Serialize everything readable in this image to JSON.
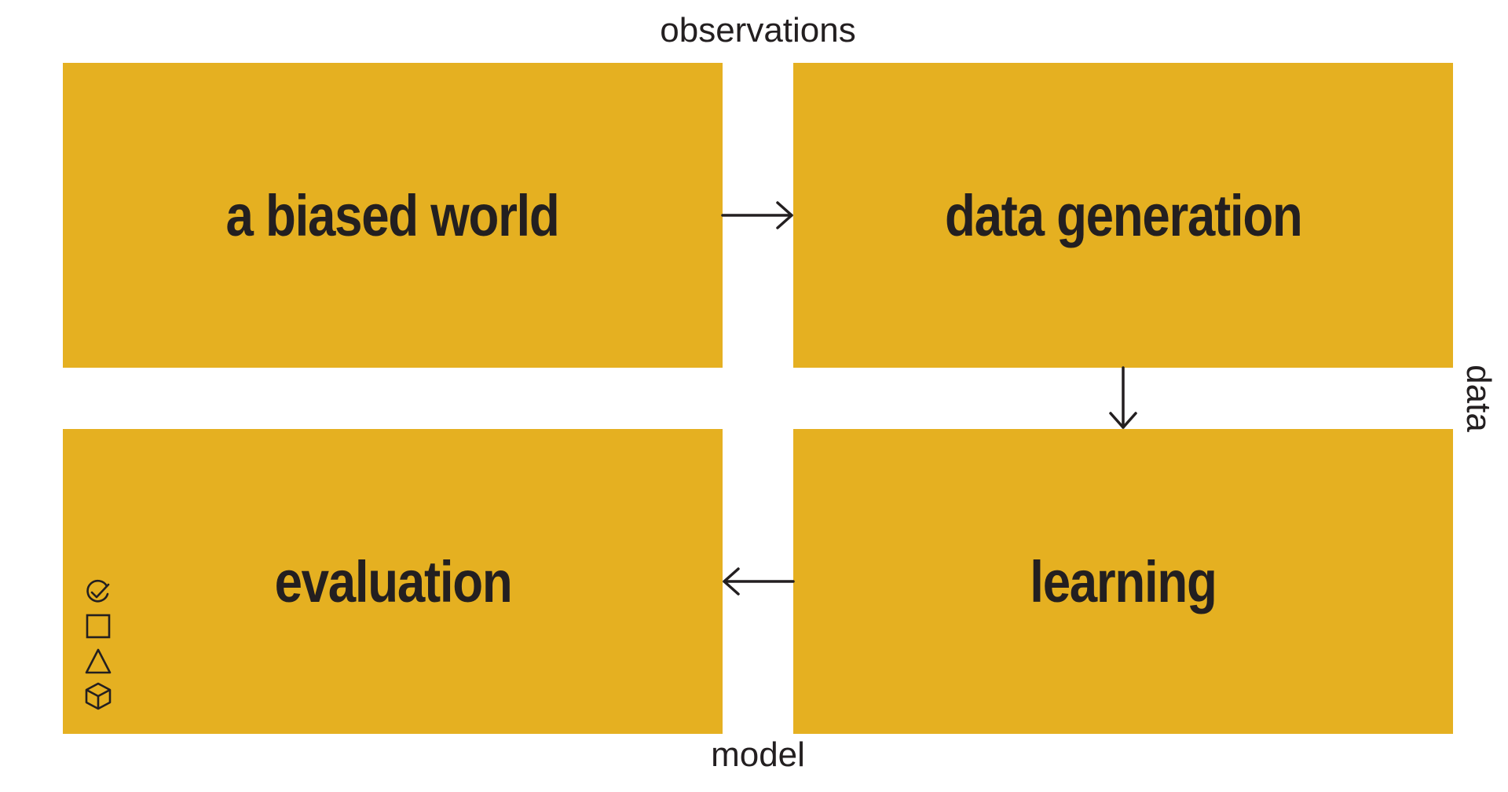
{
  "diagram": {
    "nodes": [
      {
        "id": "world",
        "label": "a biased world"
      },
      {
        "id": "datagen",
        "label": "data generation"
      },
      {
        "id": "learning",
        "label": "learning"
      },
      {
        "id": "evaluation",
        "label": "evaluation"
      }
    ],
    "edges": [
      {
        "from": "world",
        "to": "datagen",
        "label": "observations"
      },
      {
        "from": "datagen",
        "to": "learning",
        "label": "data"
      },
      {
        "from": "learning",
        "to": "evaluation",
        "label": "model"
      }
    ]
  },
  "colors": {
    "box_fill": "#e5b021",
    "text": "#231f20",
    "arrow": "#231f20",
    "background": "#ffffff"
  },
  "toolbar": {
    "icons": [
      "check-circle-icon",
      "square-icon",
      "triangle-icon",
      "cube-icon"
    ]
  }
}
